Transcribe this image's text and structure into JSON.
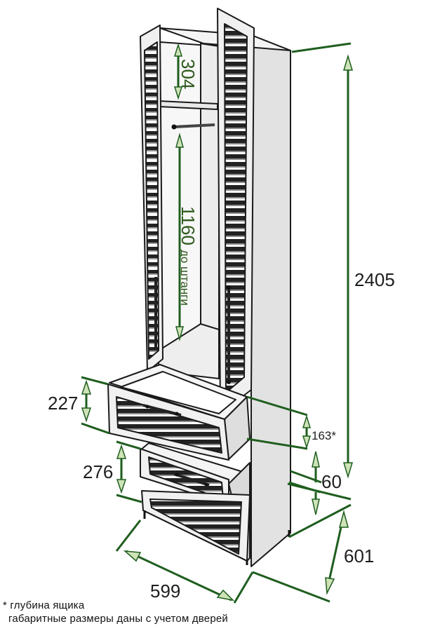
{
  "dimensions": {
    "total_height": "2405",
    "top_shelf": "304",
    "to_rail": "1160",
    "to_rail_note": "до штанги",
    "drawer1_height": "227",
    "drawer2_height": "276",
    "drawer_depth": "163*",
    "plinth": "60",
    "width": "599",
    "depth": "601"
  },
  "notes": {
    "line1": "* глубина ящика",
    "line2": "габаритные размеры даны с учетом дверей"
  },
  "colors": {
    "dimension_line": "#1f5e1f",
    "arrow_fill": "#cfe3b8",
    "outline": "#1a1a1a",
    "panel": "#f2f2f2",
    "side_panel": "#e2e2e2"
  }
}
